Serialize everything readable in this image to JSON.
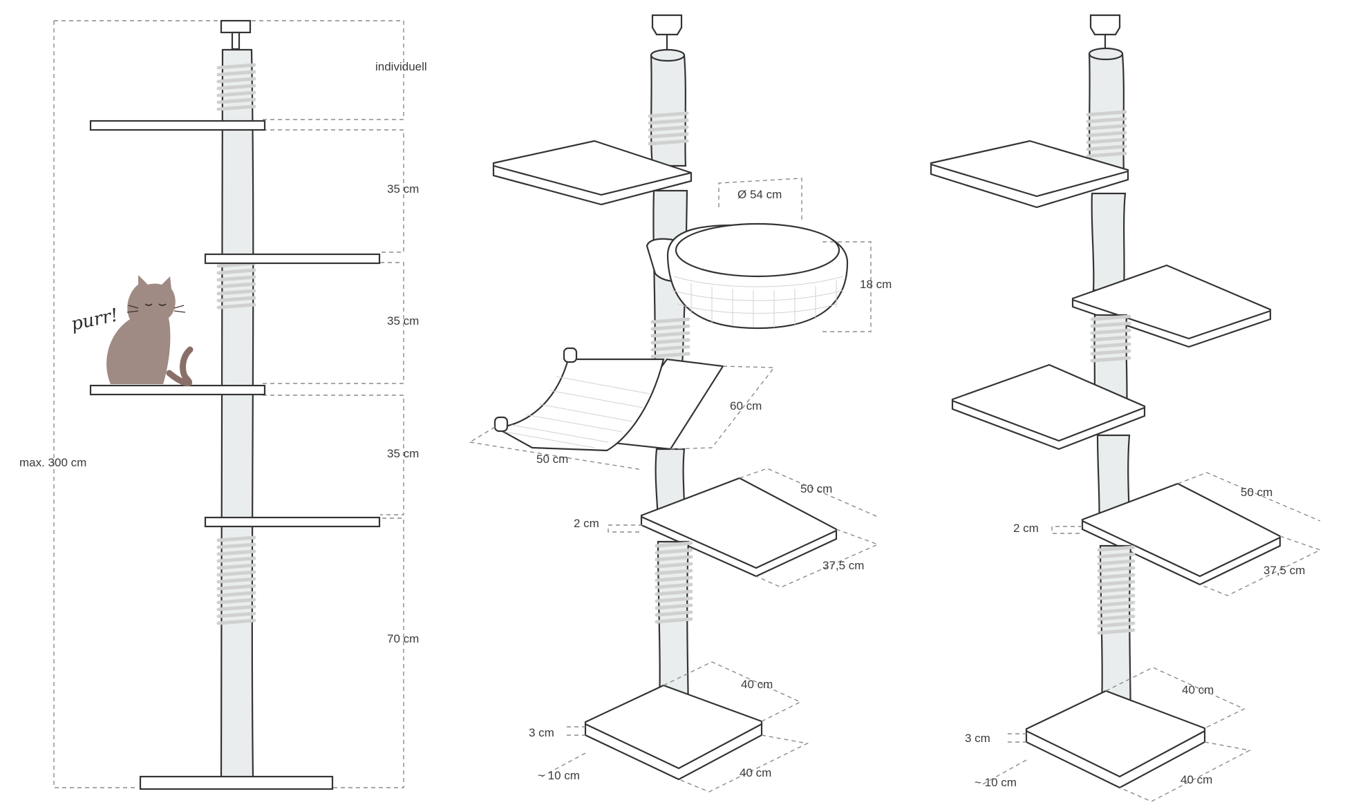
{
  "left": {
    "top_label": "individuell",
    "gap1": "35 cm",
    "gap2": "35 cm",
    "gap3": "35 cm",
    "bottom": "70 cm",
    "height": "max. 300 cm",
    "cat_text": "purr!"
  },
  "middle": {
    "bed_diameter": "Ø 54 cm",
    "bed_height": "18 cm",
    "hammock_depth": "60 cm",
    "hammock_width": "50 cm",
    "shelf_thickness": "2 cm",
    "shelf_width": "50 cm",
    "shelf_depth": "37,5 cm",
    "base_width": "40 cm",
    "base_depth": "40 cm",
    "base_thickness": "3 cm",
    "ground_gap": "~ 10 cm"
  },
  "right": {
    "shelf_thickness": "2 cm",
    "shelf_width": "50 cm",
    "shelf_depth": "37,5 cm",
    "base_width": "40 cm",
    "base_depth": "40 cm",
    "base_thickness": "3 cm",
    "ground_gap": "~ 10 cm"
  },
  "colors": {
    "post": "#e9eded",
    "sisal": "#d0d0d0",
    "cat": "#a08a84",
    "line": "#333333"
  }
}
